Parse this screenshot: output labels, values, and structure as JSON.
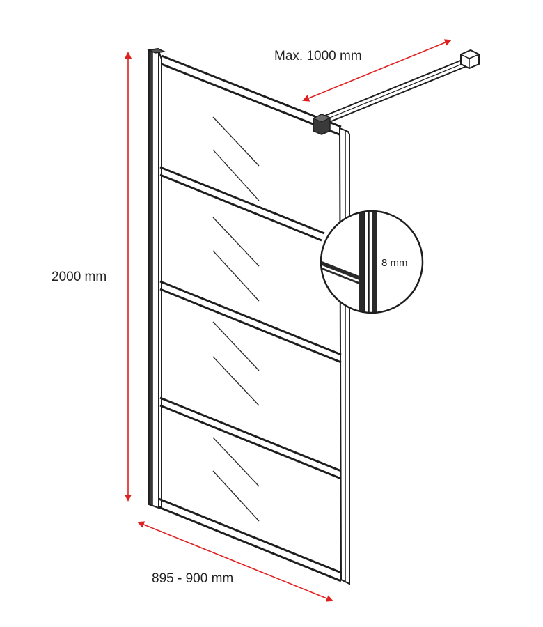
{
  "labels": {
    "height": "2000 mm",
    "width": "895 - 900 mm",
    "arm_length": "Max. 1000 mm",
    "glass_thickness": "8 mm"
  },
  "colors": {
    "dimension_arrow": "#e02020",
    "frame": "#1e1e1e",
    "glass_reflection": "#2a2a2a",
    "text": "#222222",
    "background": "#ffffff"
  }
}
